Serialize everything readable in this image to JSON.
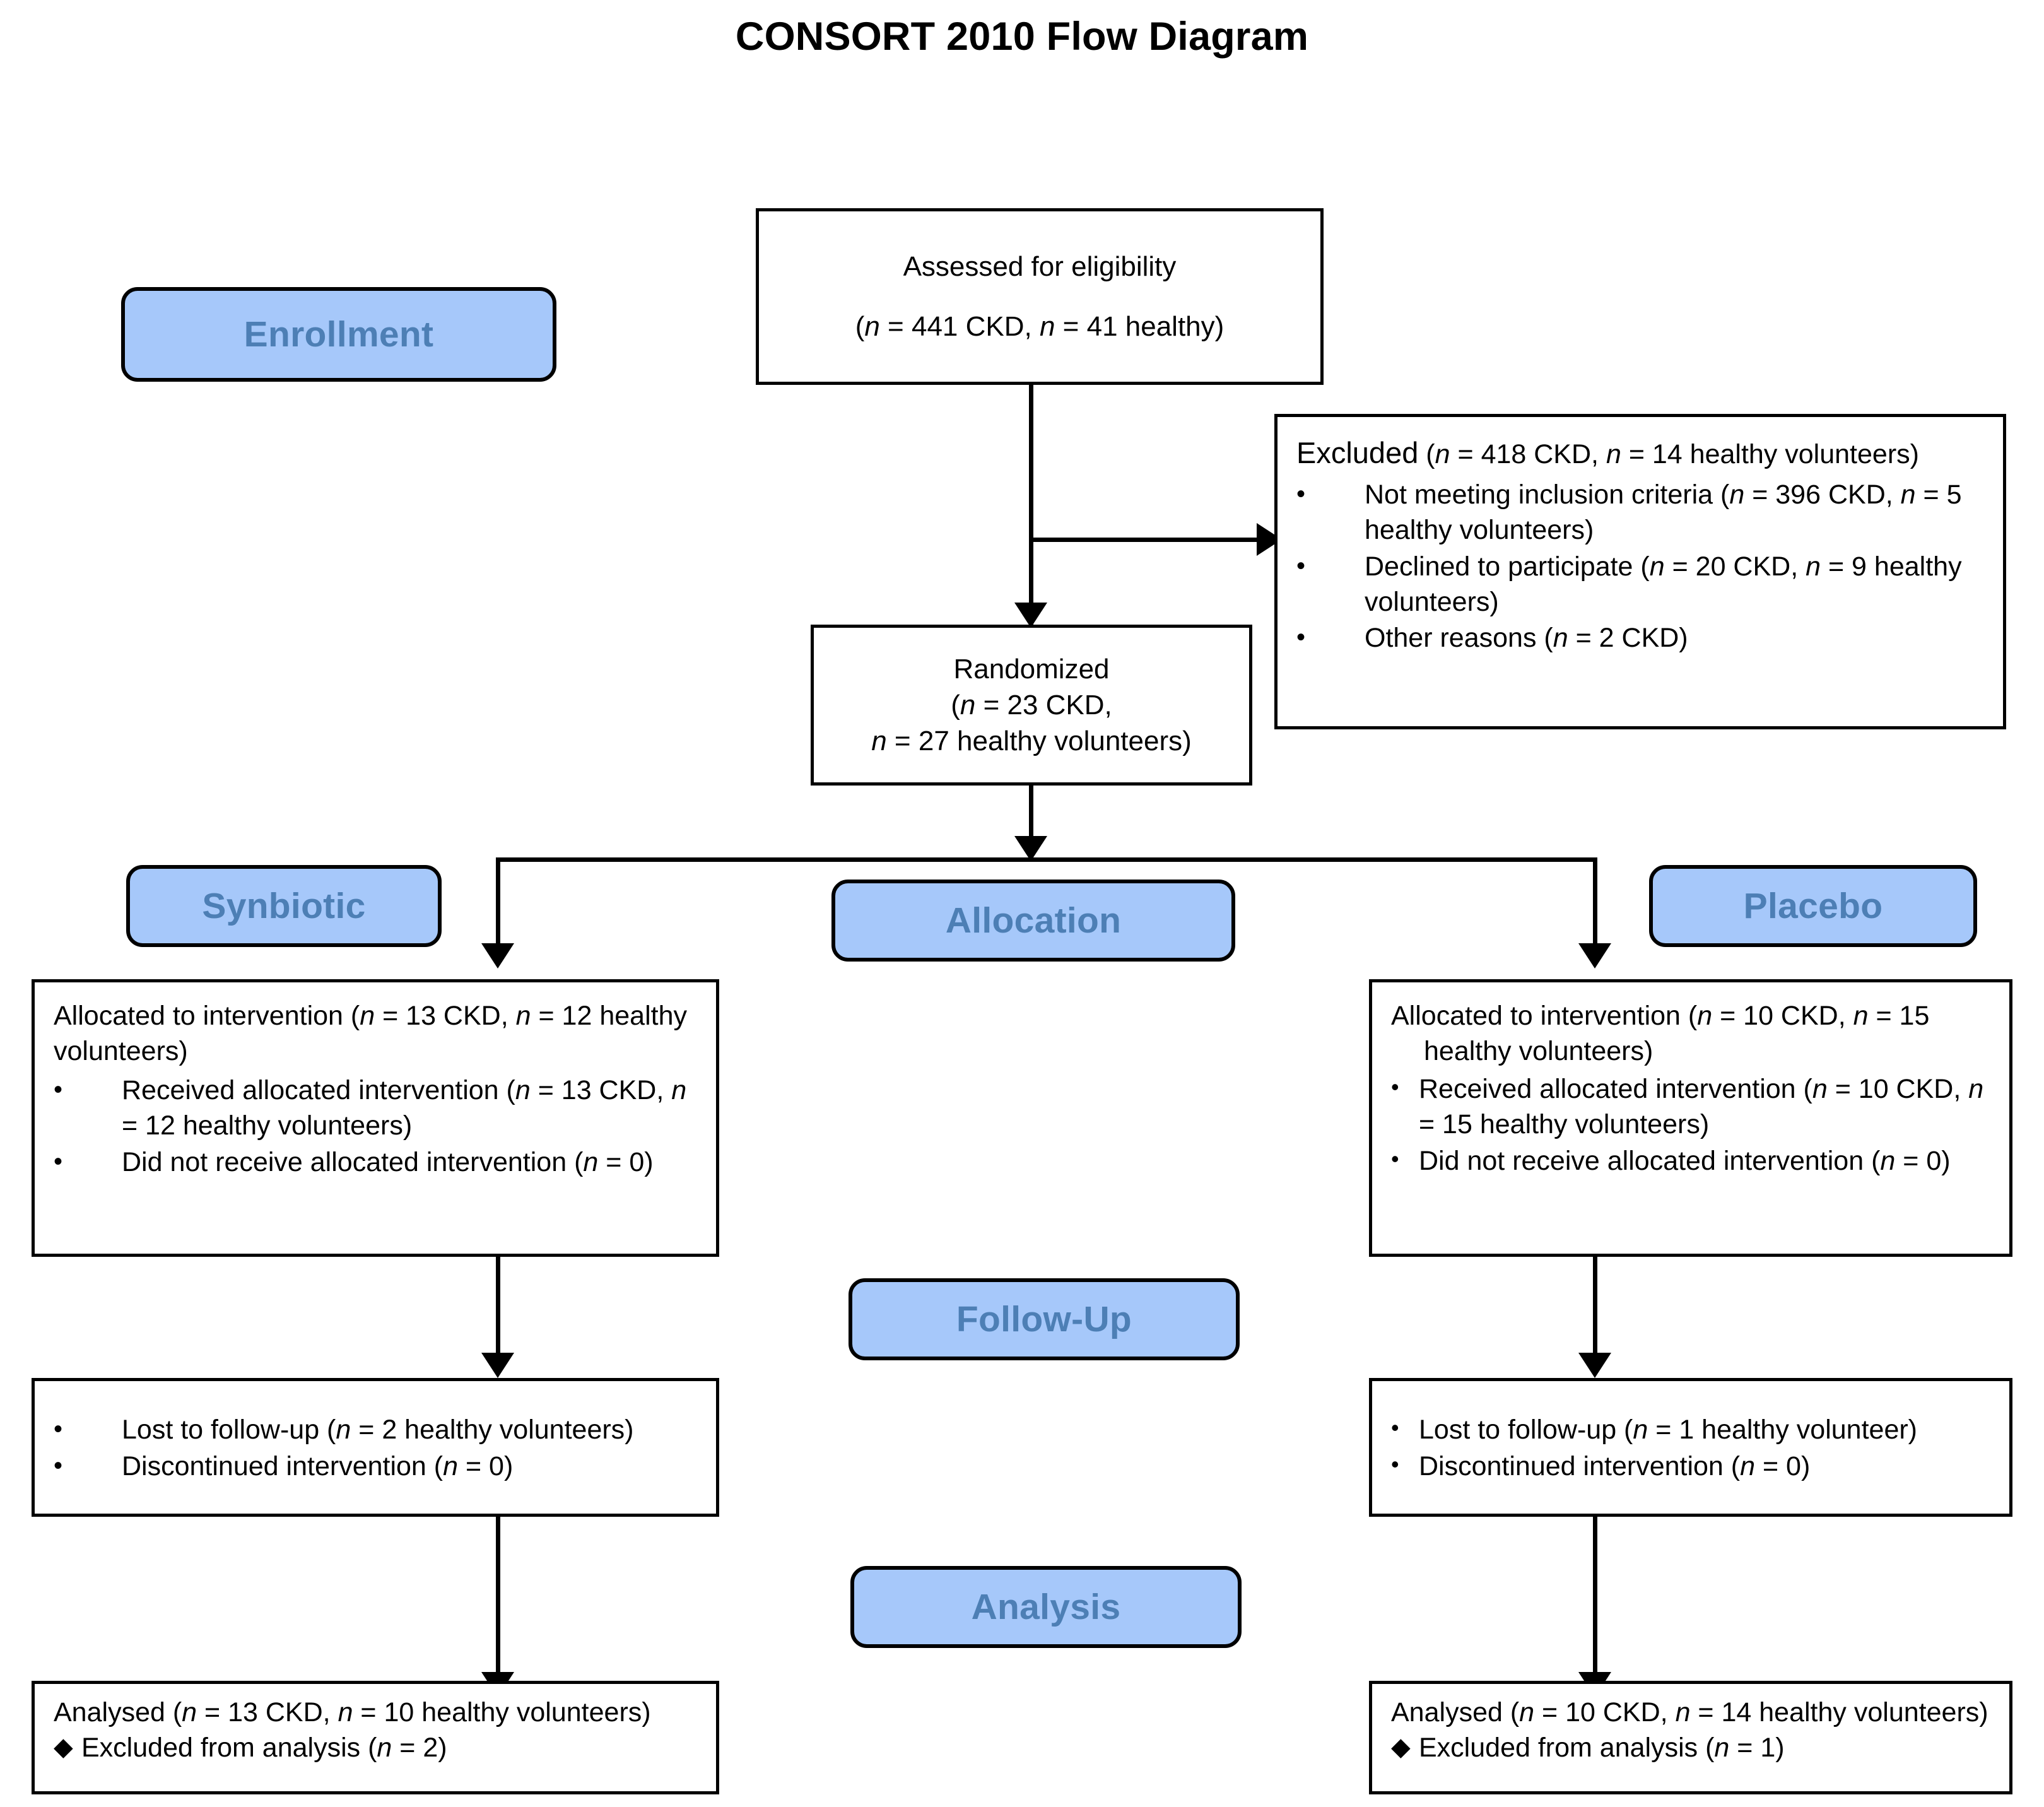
{
  "title": "CONSORT 2010 Flow Diagram",
  "stage_labels": {
    "enrollment": "Enrollment",
    "allocation": "Allocation",
    "followup": "Follow-Up",
    "analysis": "Analysis",
    "synbiotic": "Synbiotic",
    "placebo": "Placebo"
  },
  "icons": {
    "bullet": "•",
    "diamond_bullet": "♦"
  },
  "colors": {
    "pill_fill": "#a6c8fa",
    "pill_text": "#4d7fb5",
    "border": "#000000",
    "box_fill": "#ffffff"
  },
  "eligibility": {
    "heading": "Assessed for eligibility",
    "counts": "(n = 441 CKD, n = 41 healthy)",
    "n_ckd": 441,
    "n_healthy": 41
  },
  "excluded": {
    "heading": "Excluded (n = 418 CKD, n = 14 healthy volunteers)",
    "n_ckd": 418,
    "n_healthy": 14,
    "reasons": [
      {
        "text": "Not meeting inclusion criteria (n = 396 CKD, n = 5 healthy volunteers)",
        "n_ckd": 396,
        "n_healthy": 5
      },
      {
        "text": "Declined to participate (n = 20 CKD, n = 9 healthy volunteers)",
        "n_ckd": 20,
        "n_healthy": 9
      },
      {
        "text": "Other reasons (n = 2 CKD)",
        "n_ckd": 2,
        "n_healthy": 0
      }
    ]
  },
  "randomized": {
    "heading": "Randomized",
    "line1": "(n = 23 CKD,",
    "line2": "n = 27 healthy volunteers)",
    "n_ckd": 23,
    "n_healthy": 27
  },
  "arms": {
    "left": {
      "name": "Synbiotic",
      "allocation": {
        "heading": "Allocated to intervention (n = 13 CKD, n = 12 healthy volunteers)",
        "n_ckd": 13,
        "n_healthy": 12,
        "items": [
          {
            "text": "Received allocated intervention (n = 13 CKD, n = 12 healthy volunteers)",
            "n_ckd": 13,
            "n_healthy": 12
          },
          {
            "text": "Did not receive allocated intervention (n = 0)",
            "n": 0
          }
        ]
      },
      "followup": {
        "items": [
          {
            "text": "Lost to follow-up (n = 2 healthy volunteers)",
            "n": 2
          },
          {
            "text": "Discontinued intervention (n = 0)",
            "n": 0
          }
        ]
      },
      "analysis": {
        "heading": "Analysed (n = 13 CKD, n = 10 healthy volunteers)",
        "n_ckd": 13,
        "n_healthy": 10,
        "items": [
          {
            "text": "Excluded from analysis (n = 2)",
            "n": 2
          }
        ]
      }
    },
    "right": {
      "name": "Placebo",
      "allocation": {
        "heading": "Allocated to intervention (n = 10 CKD, n = 15 healthy volunteers)",
        "n_ckd": 10,
        "n_healthy": 15,
        "items": [
          {
            "text": "Received allocated intervention (n = 10 CKD, n = 15 healthy volunteers)",
            "n_ckd": 10,
            "n_healthy": 15
          },
          {
            "text": "Did not receive allocated intervention (n = 0)",
            "n": 0
          }
        ]
      },
      "followup": {
        "items": [
          {
            "text": "Lost to follow-up (n = 1 healthy volunteer)",
            "n": 1
          },
          {
            "text": "Discontinued intervention (n = 0)",
            "n": 0
          }
        ]
      },
      "analysis": {
        "heading": "Analysed (n = 10 CKD, n = 14 healthy volunteers)",
        "n_ckd": 10,
        "n_healthy": 14,
        "items": [
          {
            "text": "Excluded from analysis (n = 1)",
            "n": 1
          }
        ]
      }
    }
  }
}
